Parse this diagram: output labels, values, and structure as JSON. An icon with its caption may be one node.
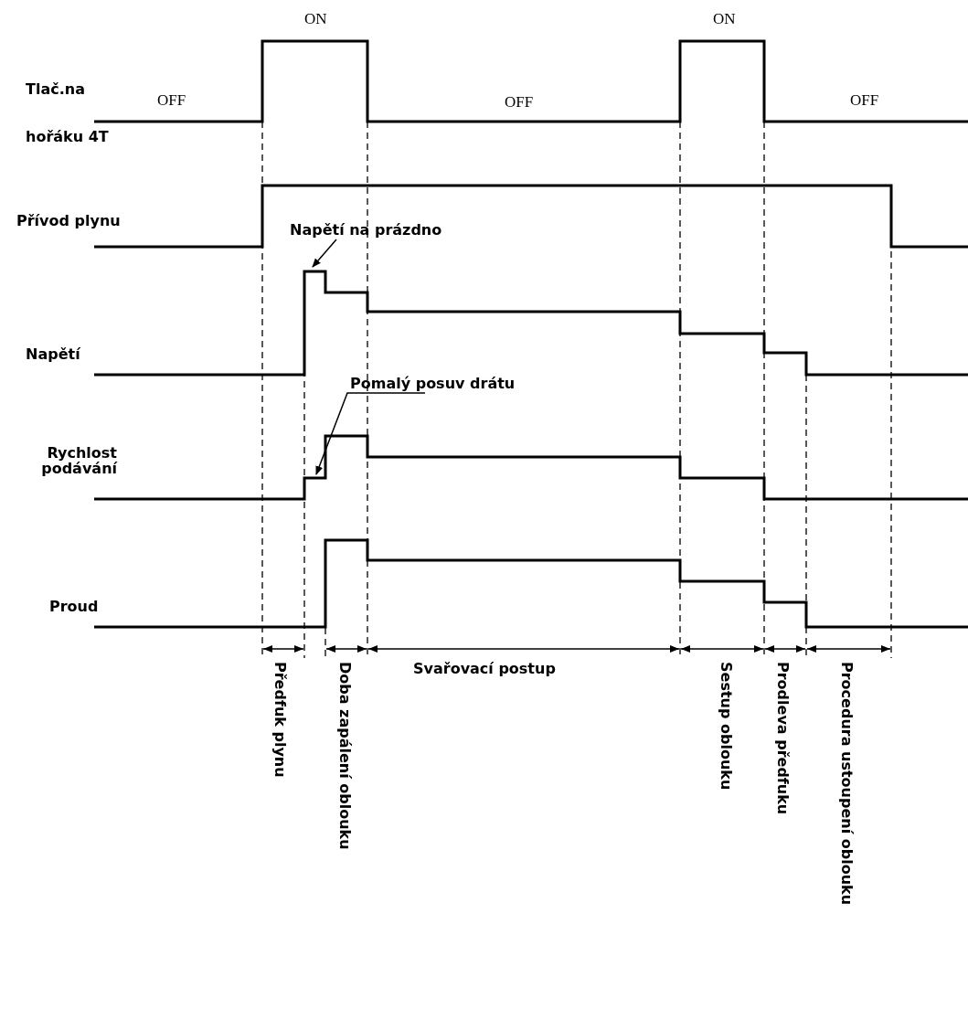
{
  "diagram": {
    "nodes": [
      {
        "text": [
          "Napětí na prázdno"
        ]
      },
      {
        "text": [
          "Pomalý posuv drátu"
        ]
      }
    ],
    "edges": [
      {
        "from": 0,
        "to": null,
        "arrow": "to"
      },
      {
        "from": 1,
        "to": null,
        "arrow": "to"
      }
    ],
    "labels": [
      "ON",
      "ON",
      "Tlač.na",
      "OFF",
      "OFF",
      "OFF",
      "hořáku 4T",
      "Přívod plynu",
      "Napětí",
      "Rychlost podávání",
      "Proud",
      "Předfuk plynu",
      "Doba zapálení oblouku",
      "Svařovací postup",
      "Sestup oblouku",
      "Prodleva předfuku",
      "Procedura ustoupení oblouku"
    ]
  }
}
